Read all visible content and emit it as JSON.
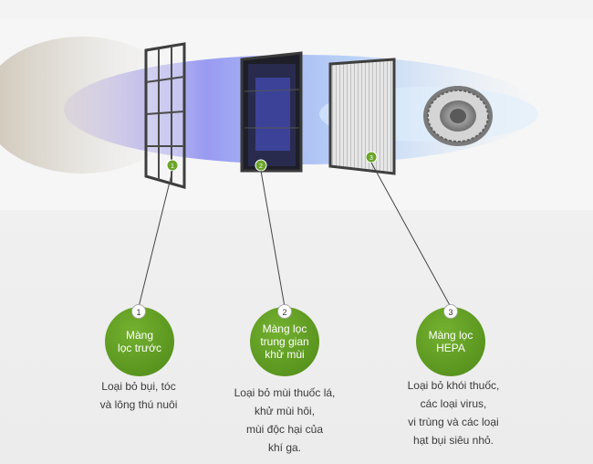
{
  "steps": [
    {
      "number": "1",
      "title": "Màng\nlọc trước",
      "description": "Loại bỏ bụi, tóc\nvà lông thú nuôi"
    },
    {
      "number": "2",
      "title": "Màng lọc\ntrung gian\nkhử mùi",
      "description": "Loại bỏ mùi thuốc lá,\nkhử mùi hôi,\nmùi độc hại của\nkhí ga."
    },
    {
      "number": "3",
      "title": "Màng lọc\nHEPA",
      "description": "Loại bỏ khói thuốc,\ncác loại virus,\nvi trùng và các loại\nhạt bụi siêu nhỏ."
    }
  ],
  "colors": {
    "accent": "#5a961f",
    "airflow": "#5a6ef0",
    "text": "#3a3a3a"
  },
  "icons": [
    "pre-filter-panel",
    "deodorizing-filter-panel",
    "hepa-filter-panel",
    "fan-icon"
  ]
}
